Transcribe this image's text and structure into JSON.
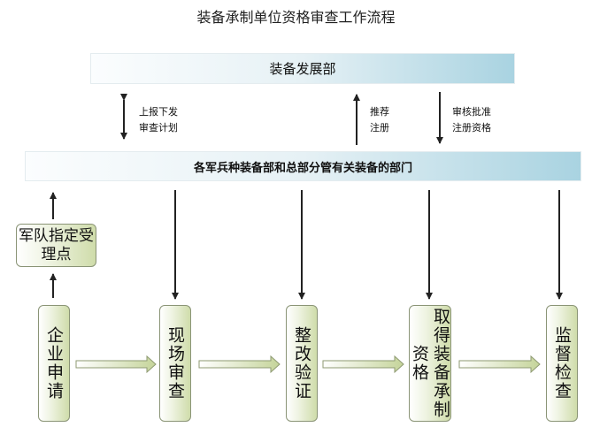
{
  "title": "装备承制单位资格审查工作流程",
  "top_bar": "装备发展部",
  "second_bar": "各军兵种装备部和总部分管有关装备的部门",
  "arrow_labels": {
    "left": [
      "上报下发",
      "审查计划"
    ],
    "middle": [
      "推荐",
      "注册"
    ],
    "right": [
      "审核批准",
      "注册资格"
    ]
  },
  "side_box": "军队指定受理点",
  "steps": [
    "企业申请",
    "现场审查",
    "整改验证",
    "取得装备承制资格",
    "监督检查"
  ]
}
